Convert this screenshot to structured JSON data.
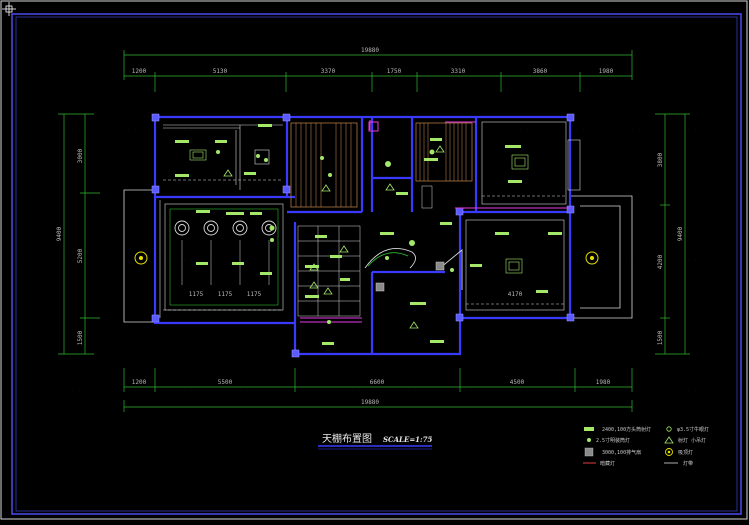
{
  "drawing": {
    "title": "天棚布置图",
    "scale": "SCALE=1:75"
  },
  "dimensions": {
    "top_total": "19880",
    "top_segments": [
      "1200",
      "5130",
      "3370",
      "1750",
      "3310",
      "3860",
      "1980"
    ],
    "bottom_total": "19880",
    "bottom_segments": [
      "1200",
      "5500",
      "6600",
      "4500",
      "1980"
    ],
    "left_total": "9400",
    "left_segments": [
      "3000",
      "5200",
      "1500"
    ],
    "right_segments": [
      "3800",
      "4200",
      "1500"
    ],
    "right_total": "9400",
    "room_widths": [
      "1175",
      "1175",
      "1175",
      "4170"
    ]
  },
  "legend": [
    {
      "icon": "green-rect-icon",
      "label": "2400,100方头筒射灯"
    },
    {
      "icon": "green-dot-icon",
      "label": "2.5寸明装筒灯"
    },
    {
      "icon": "grey-square-icon",
      "label": "3000,100排气扇"
    },
    {
      "icon": "red-line-icon",
      "label": "暗藏灯"
    },
    {
      "icon": "yellow-circle-icon",
      "label": "φ3.5寸牛眼灯"
    },
    {
      "icon": "triangle-icon",
      "label": "射灯 小吊灯"
    },
    {
      "icon": "chandelier-icon",
      "label": "吸顶灯"
    },
    {
      "icon": "white-line-icon",
      "label": "灯带"
    }
  ],
  "colors": {
    "background": "#000000",
    "frame": "#4a4af0",
    "wall": "#3a3aff",
    "dimension": "#2fb82f",
    "fixture": "#a4e86a",
    "accent": "#e63ce6",
    "wood": "#b07848",
    "light": "#e8e000"
  }
}
